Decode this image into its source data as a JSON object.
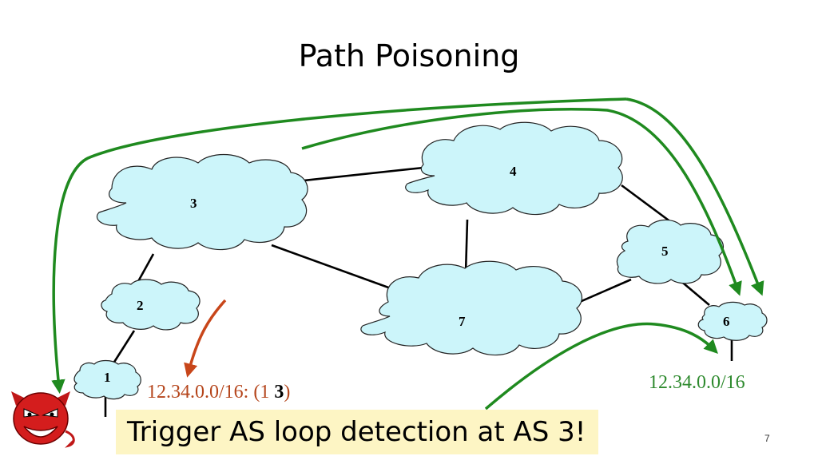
{
  "title": "Path Poisoning",
  "nodes": [
    {
      "id": "1",
      "label": "1"
    },
    {
      "id": "2",
      "label": "2"
    },
    {
      "id": "3",
      "label": "3"
    },
    {
      "id": "4",
      "label": "4"
    },
    {
      "id": "5",
      "label": "5"
    },
    {
      "id": "6",
      "label": "6"
    },
    {
      "id": "7",
      "label": "7"
    }
  ],
  "links": [
    [
      "1",
      "2"
    ],
    [
      "2",
      "3"
    ],
    [
      "3",
      "4"
    ],
    [
      "3",
      "7"
    ],
    [
      "4",
      "7"
    ],
    [
      "4",
      "5"
    ],
    [
      "5",
      "6"
    ],
    [
      "7",
      "5"
    ]
  ],
  "poisoned_announcement": {
    "prefix_text": "12.34.0.0/16: (1 ",
    "poisoned_as": "3",
    "suffix_text": ")"
  },
  "origin_prefix": "12.34.0.0/16",
  "callout": "Trigger AS loop detection at AS 3!",
  "page_number": "7",
  "icons": [
    "devil-icon"
  ],
  "colors": {
    "cloud_fill": "#ccf5fa",
    "green_arrow": "#1f8a1f",
    "red_arrow": "#c8461a",
    "callout_bg": "#fdf5c4"
  }
}
